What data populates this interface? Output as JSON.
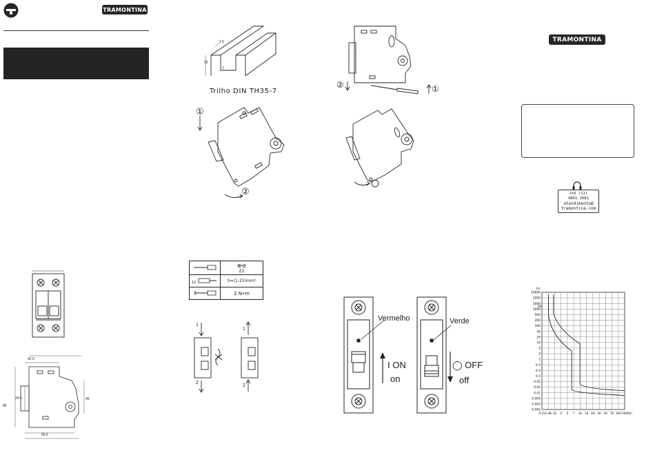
{
  "brand": {
    "name": "TRAMONTINA"
  },
  "rail": {
    "caption": "Trilho DIN TH35-7",
    "dim_a": "35",
    "dim_b": "7.5",
    "dim_c": "1"
  },
  "install": {
    "step1": "①",
    "step2": "②"
  },
  "remove": {
    "step1": "①",
    "step2": "②",
    "tool_step": "①"
  },
  "wiring_table": {
    "rows": [
      {
        "spec": "Z2"
      },
      {
        "spec": "S=(1-25)mm²"
      },
      {
        "spec": "2 N•m"
      }
    ],
    "strip_length": "12"
  },
  "wiring_arrows": {
    "a1": "1",
    "a2": "2",
    "b1": "1",
    "b2": "2"
  },
  "indicators": {
    "red_label": "Vermelho",
    "green_label": "Verde",
    "on_line1": "I ON",
    "on_line2": "on",
    "off_line1": "◯ OFF",
    "off_line2": "off"
  },
  "dimensions": {
    "d1": "42.5",
    "d2": "85",
    "d3": "45",
    "d4": "65.5",
    "d5": "24.5"
  },
  "contact": {
    "phone": "+55 (11) 4861.3981",
    "email1": "atendimento@",
    "email2": "tramontina.com"
  },
  "curve_chart": {
    "y_ticks": [
      "10000",
      "5000",
      "2000",
      "1000",
      "500",
      "200",
      "100",
      "50",
      "20",
      "10",
      "5",
      "2",
      "1",
      "0.5",
      "0.2",
      "0.1",
      "0.05",
      "0.02",
      "0.01",
      "0.005",
      "0.002",
      "0.001"
    ],
    "x_ticks": [
      "0.51",
      "1.46",
      "32",
      "4",
      "5",
      "7",
      "10",
      "14",
      "20",
      "30",
      "50",
      "70",
      "100",
      "200"
    ],
    "y_unit": "t/s",
    "y_unit2": "t/h",
    "x_unit": "I/In"
  },
  "colors": {
    "badge_bg": "#262626",
    "header_bar": "#242424"
  }
}
